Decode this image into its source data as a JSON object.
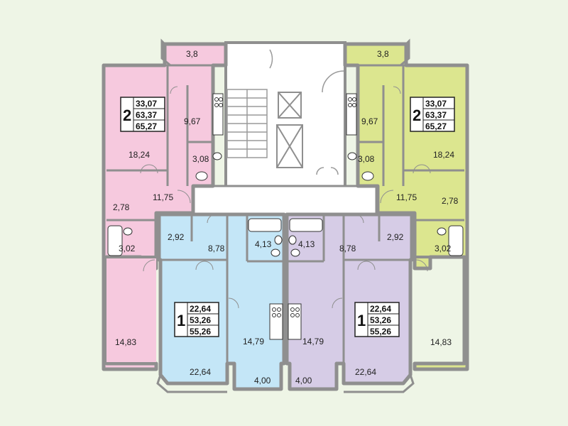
{
  "colors": {
    "background": "#eef5e6",
    "wall": "#8f8f8f",
    "apt_pink": "#f6c9de",
    "apt_green": "#dce68f",
    "apt_blue": "#c4e6f7",
    "apt_lilac": "#d6cce6",
    "common": "#ffffff"
  },
  "apartments": {
    "left_2room": {
      "rooms": "2",
      "areas": [
        "33,07",
        "63,37",
        "65,27"
      ],
      "labels": [
        "3,8",
        "9,67",
        "18,24",
        "3,08",
        "11,75",
        "2,78",
        "3,02",
        "14,83"
      ]
    },
    "right_2room": {
      "rooms": "2",
      "areas": [
        "33,07",
        "63,37",
        "65,27"
      ],
      "labels": [
        "3,8",
        "9,67",
        "18,24",
        "3,08",
        "11,75",
        "2,78",
        "3,02",
        "14,83"
      ]
    },
    "left_1room": {
      "rooms": "1",
      "areas": [
        "22,64",
        "53,26",
        "55,26"
      ],
      "labels": [
        "2,92",
        "8,78",
        "4,13",
        "14,79",
        "22,64",
        "4,00"
      ]
    },
    "right_1room": {
      "rooms": "1",
      "areas": [
        "22,64",
        "53,26",
        "55,26"
      ],
      "labels": [
        "4,13",
        "8,78",
        "2,92",
        "14,79",
        "22,64",
        "4,00"
      ]
    }
  },
  "icons": [
    "elevator-icon",
    "stairs-icon",
    "stove-icon",
    "toilet-icon",
    "bathtub-icon",
    "sink-icon"
  ]
}
